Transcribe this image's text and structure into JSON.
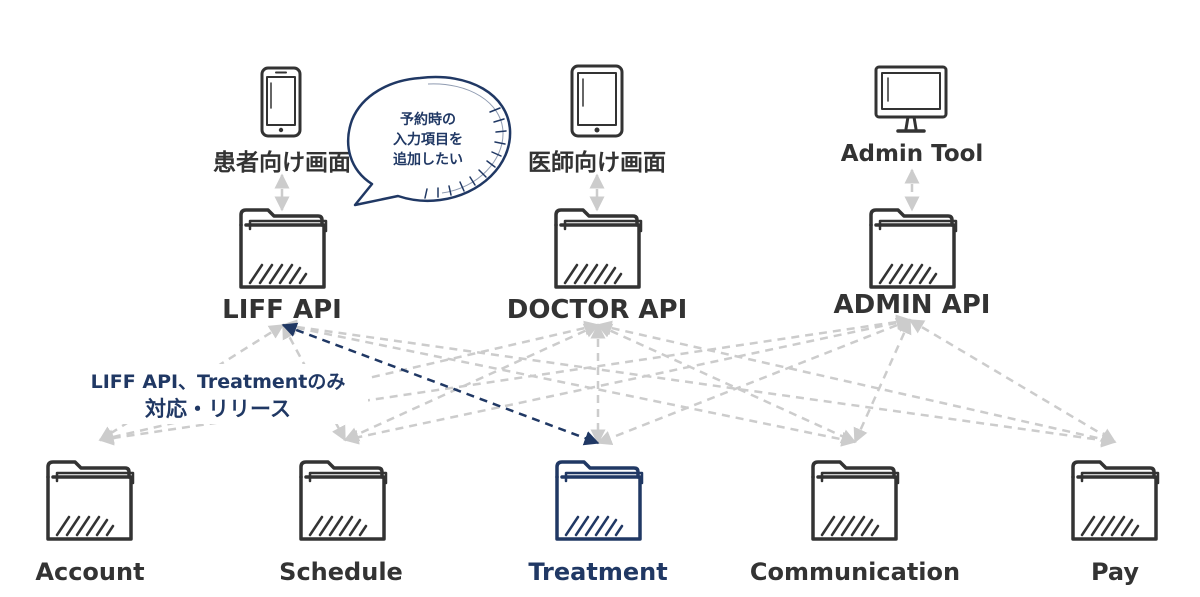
{
  "clients": [
    {
      "label": "患者向け画面",
      "icon": "smartphone-icon"
    },
    {
      "label": "医師向け画面",
      "icon": "tablet-icon"
    },
    {
      "label": "Admin Tool",
      "icon": "monitor-icon"
    }
  ],
  "apis": [
    {
      "label": "LIFF API",
      "icon": "folder-icon"
    },
    {
      "label": "DOCTOR API",
      "icon": "folder-icon"
    },
    {
      "label": "ADMIN API",
      "icon": "folder-icon"
    }
  ],
  "services": [
    {
      "label": "Account",
      "icon": "folder-icon"
    },
    {
      "label": "Schedule",
      "icon": "folder-icon"
    },
    {
      "label": "Treatment",
      "icon": "folder-icon"
    },
    {
      "label": "Communication",
      "icon": "folder-icon"
    },
    {
      "label": "Pay",
      "icon": "folder-icon"
    }
  ],
  "speech_bubble": {
    "line1": "予約時の",
    "line2": "入力項目を",
    "line3": "追加したい"
  },
  "release_note": {
    "line1": "LIFF API、Treatmentのみ",
    "line2": "対応・リリース"
  },
  "colors": {
    "ink": "#333333",
    "highlight": "#203864",
    "connector": "#cccccc"
  }
}
